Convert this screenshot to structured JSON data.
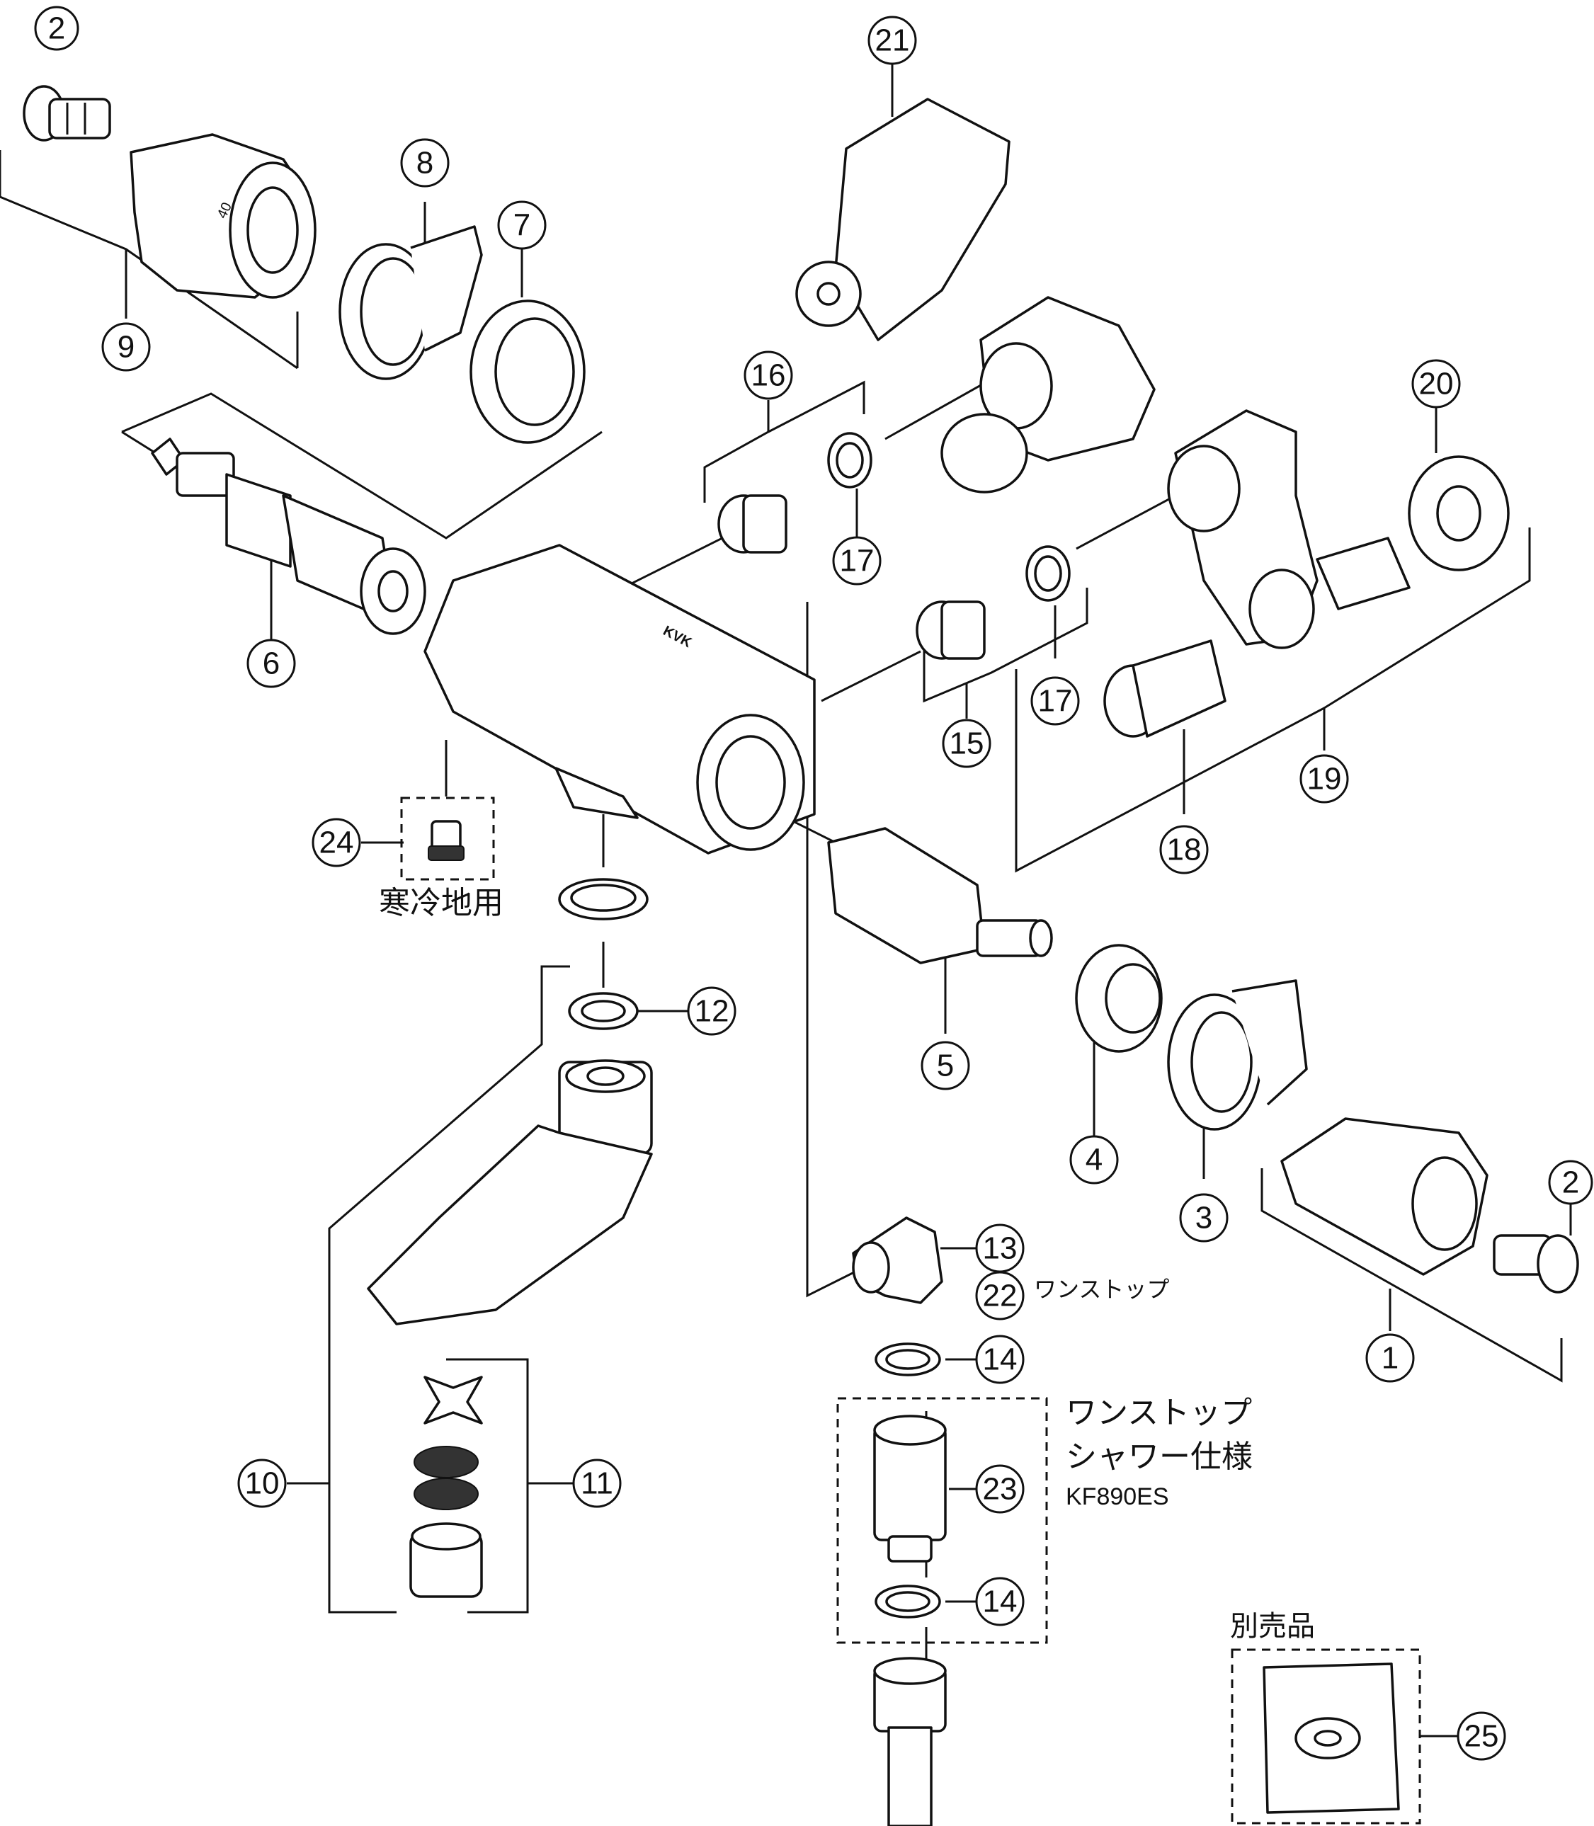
{
  "callouts": [
    {
      "id": "c1",
      "label": "1"
    },
    {
      "id": "c2a",
      "label": "2"
    },
    {
      "id": "c2b",
      "label": "2"
    },
    {
      "id": "c3",
      "label": "3"
    },
    {
      "id": "c4",
      "label": "4"
    },
    {
      "id": "c5",
      "label": "5"
    },
    {
      "id": "c6",
      "label": "6"
    },
    {
      "id": "c7",
      "label": "7"
    },
    {
      "id": "c8",
      "label": "8"
    },
    {
      "id": "c9",
      "label": "9"
    },
    {
      "id": "c10",
      "label": "10"
    },
    {
      "id": "c11",
      "label": "11"
    },
    {
      "id": "c12",
      "label": "12"
    },
    {
      "id": "c13",
      "label": "13"
    },
    {
      "id": "c14a",
      "label": "14"
    },
    {
      "id": "c14b",
      "label": "14"
    },
    {
      "id": "c15",
      "label": "15"
    },
    {
      "id": "c16",
      "label": "16"
    },
    {
      "id": "c17a",
      "label": "17"
    },
    {
      "id": "c17b",
      "label": "17"
    },
    {
      "id": "c18",
      "label": "18"
    },
    {
      "id": "c19",
      "label": "19"
    },
    {
      "id": "c20",
      "label": "20"
    },
    {
      "id": "c21",
      "label": "21"
    },
    {
      "id": "c22",
      "label": "22"
    },
    {
      "id": "c23",
      "label": "23"
    },
    {
      "id": "c24",
      "label": "24"
    },
    {
      "id": "c25",
      "label": "25"
    }
  ],
  "notes": {
    "cold_region": "寒冷地用",
    "one_stop": "ワンストップ",
    "one_stop_shower_line1": "ワンストップ",
    "one_stop_shower_line2": "シャワー仕様",
    "model": "KF890ES",
    "sold_separately": "別売品",
    "brand": "KVK",
    "dial_mark": "40"
  }
}
